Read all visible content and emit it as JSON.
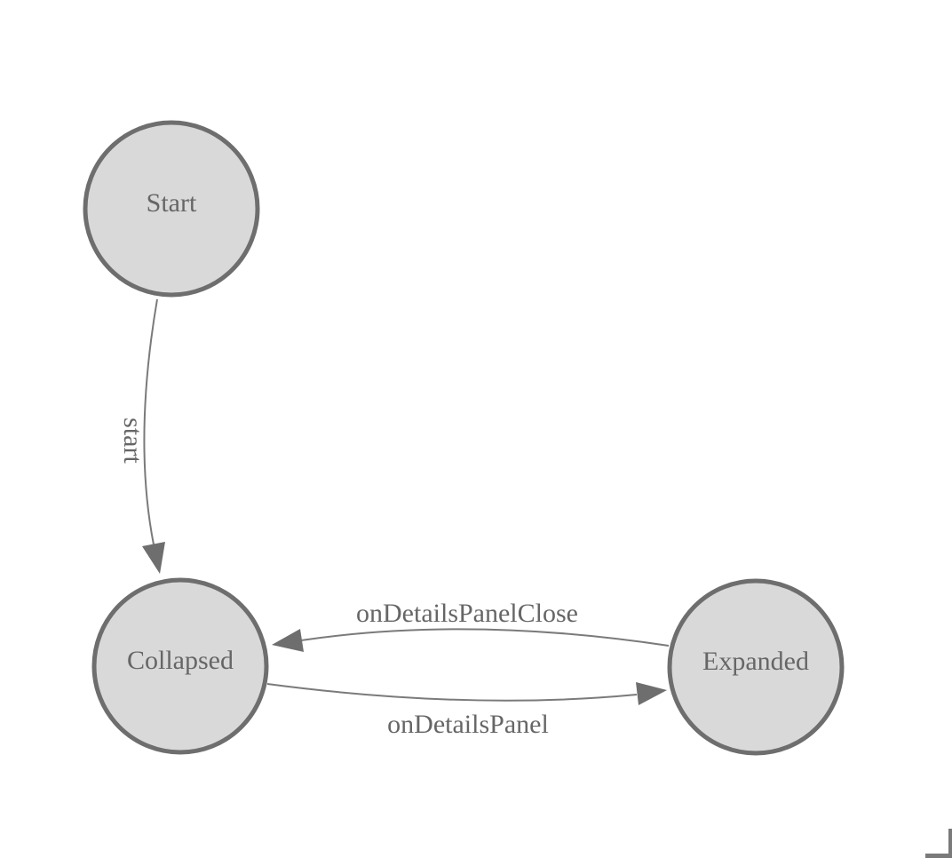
{
  "diagram": {
    "type": "finite-state-machine",
    "states": [
      {
        "id": "start",
        "label": "Start"
      },
      {
        "id": "collapsed",
        "label": "Collapsed"
      },
      {
        "id": "expanded",
        "label": "Expanded"
      }
    ],
    "transitions": [
      {
        "id": "start-to-collapsed",
        "from": "Start",
        "to": "Collapsed",
        "label": "start"
      },
      {
        "id": "expanded-to-collapsed",
        "from": "Expanded",
        "to": "Collapsed",
        "label": "onDetailsPanelClose"
      },
      {
        "id": "collapsed-to-expanded",
        "from": "Collapsed",
        "to": "Expanded",
        "label": "onDetailsPanel"
      }
    ],
    "colors": {
      "background": "#ffffff",
      "node_fill": "#d9d9d9",
      "node_stroke": "#6e6e6e",
      "edge_stroke": "#7a7a7a",
      "arrowhead_fill": "#6e6e6e",
      "label_text": "#666666",
      "corner_mark": "#7a7a7a"
    }
  }
}
